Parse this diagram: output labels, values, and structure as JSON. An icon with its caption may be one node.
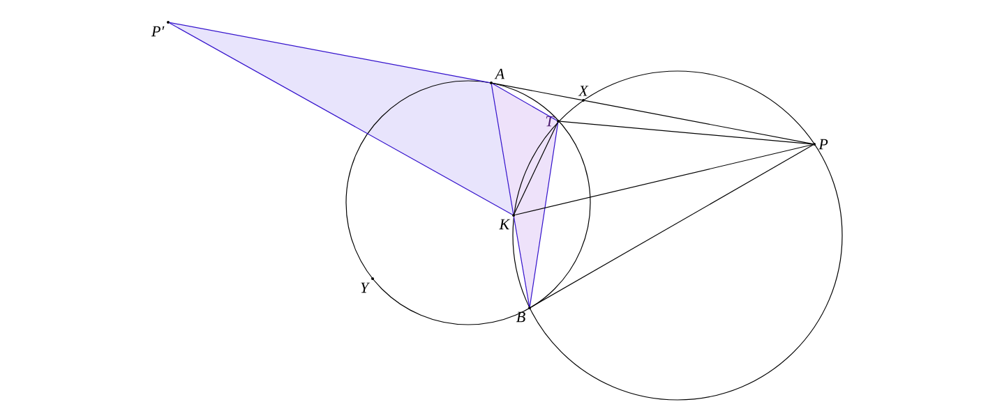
{
  "diagram": {
    "nodes": [
      {
        "text": [
          "P′"
        ]
      },
      {
        "text": [
          "A"
        ]
      },
      {
        "text": [
          "X"
        ]
      },
      {
        "text": [
          "T"
        ]
      },
      {
        "text": [
          "P"
        ]
      },
      {
        "text": [
          "K"
        ]
      },
      {
        "text": [
          "Y"
        ]
      },
      {
        "text": [
          "B"
        ]
      }
    ],
    "edges": [
      {
        "from": 0,
        "to": 1,
        "arrow": "none",
        "color": "#3311cc"
      },
      {
        "from": 0,
        "to": 5,
        "arrow": "none",
        "color": "#3311cc"
      },
      {
        "from": 1,
        "to": 5,
        "arrow": "none",
        "color": "#3311cc"
      },
      {
        "from": 1,
        "to": 3,
        "arrow": "none",
        "color": "#3311cc"
      },
      {
        "from": 3,
        "to": 7,
        "arrow": "none",
        "color": "#3311cc"
      },
      {
        "from": 5,
        "to": 7,
        "arrow": "none",
        "color": "#3311cc"
      },
      {
        "from": 1,
        "to": 2,
        "arrow": "none",
        "color": "#000000"
      },
      {
        "from": 2,
        "to": 4,
        "arrow": "none",
        "color": "#000000"
      },
      {
        "from": 3,
        "to": 4,
        "arrow": "none",
        "color": "#000000"
      },
      {
        "from": 5,
        "to": 4,
        "arrow": "none",
        "color": "#000000"
      },
      {
        "from": 7,
        "to": 4,
        "arrow": "none",
        "color": "#000000"
      },
      {
        "from": 3,
        "to": 5,
        "arrow": "none",
        "color": "#000000"
      }
    ]
  }
}
